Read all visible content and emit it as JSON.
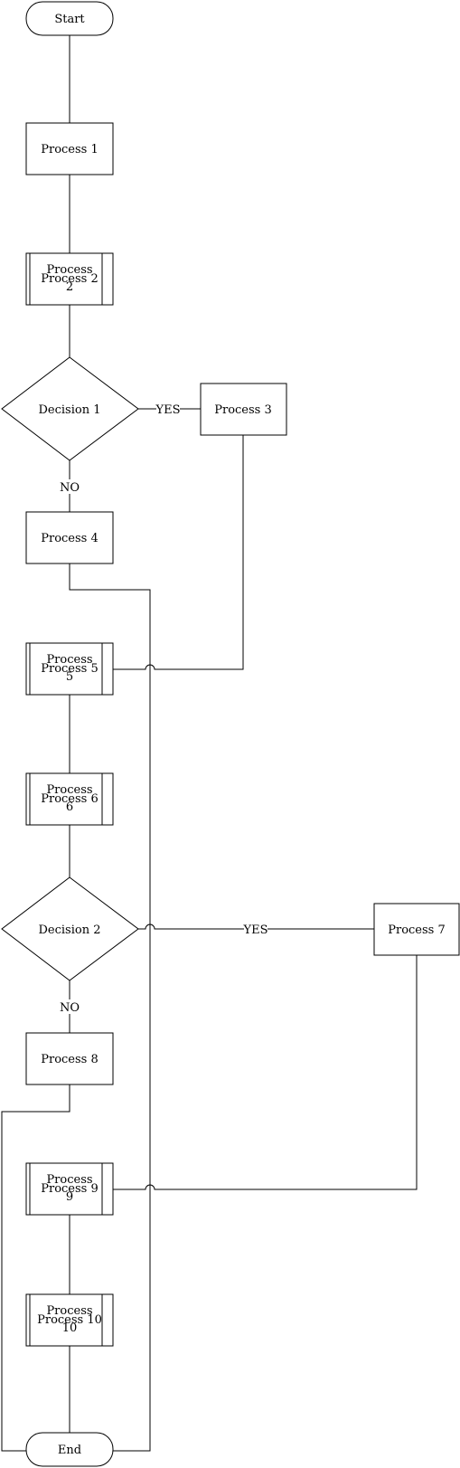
{
  "nodes": {
    "start": "Start",
    "p1": "Process 1",
    "p2": "Process 2",
    "p2_overlay": [
      "Process",
      "2"
    ],
    "d1": "Decision 1",
    "p3": "Process 3",
    "p4": "Process 4",
    "p5": "Process 5",
    "p5_overlay": [
      "Process",
      "5"
    ],
    "p6": "Process 6",
    "p6_overlay": [
      "Process",
      "6"
    ],
    "d2": "Decision 2",
    "p7": "Process 7",
    "p8": "Process 8",
    "p9": "Process 9",
    "p9_overlay": [
      "Process",
      "9"
    ],
    "p10": "Process 10",
    "p10_overlay": [
      "Process",
      "10"
    ],
    "end": "End"
  },
  "edge_labels": {
    "d1_yes": "YES",
    "d1_no": "NO",
    "d2_yes": "YES",
    "d2_no": "NO"
  },
  "colors": {
    "stroke": "#000000",
    "fill": "#ffffff"
  }
}
